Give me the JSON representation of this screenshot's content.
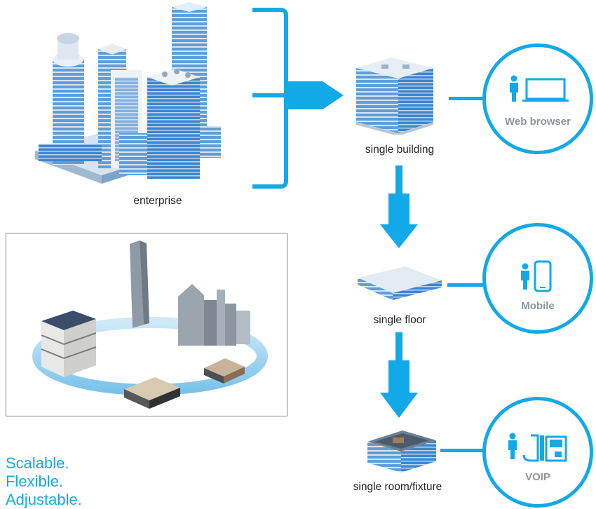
{
  "colors": {
    "accent": "#12a9e8",
    "building_light": "#cfe3f4",
    "building_mid": "#6fa8dc",
    "building_dark": "#2a6fb8",
    "label_gray": "#8d959b"
  },
  "hierarchy": {
    "enterprise": {
      "label": "enterprise"
    },
    "building": {
      "label": "single building"
    },
    "floor": {
      "label": "single floor"
    },
    "room": {
      "label": "single room/fixture"
    }
  },
  "clients": {
    "web": {
      "label": "Web browser",
      "icons": [
        "person-icon",
        "laptop-icon"
      ]
    },
    "mobile": {
      "label": "Mobile",
      "icons": [
        "person-icon",
        "phone-icon"
      ]
    },
    "voip": {
      "label": "VOIP",
      "icons": [
        "person-icon",
        "desk-phone-icon"
      ]
    }
  },
  "tagline": {
    "line1": "Scalable.",
    "line2": "Flexible.",
    "line3": "Adjustable."
  }
}
